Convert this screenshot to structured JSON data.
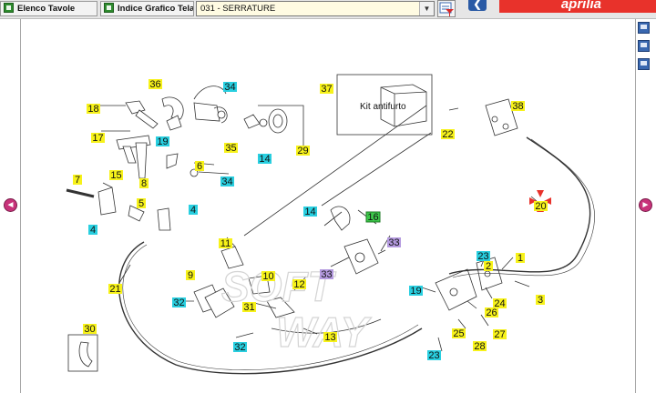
{
  "toolbar": {
    "tab_tables": "Elenco Tavole",
    "tab_frame_index": "Indice Grafico Telaio",
    "selected_table": "031 - SERRATURE",
    "brand": "aprilia"
  },
  "diagram": {
    "kit_label": "Kit antifurto",
    "watermark": "SOFT WAY",
    "callouts": [
      {
        "t": "36",
        "c": "yellow"
      },
      {
        "t": "34",
        "c": "cyan"
      },
      {
        "t": "37",
        "c": "yellow"
      },
      {
        "t": "38",
        "c": "yellow"
      },
      {
        "t": "18",
        "c": "yellow"
      },
      {
        "t": "17",
        "c": "yellow"
      },
      {
        "t": "19",
        "c": "cyan"
      },
      {
        "t": "35",
        "c": "yellow"
      },
      {
        "t": "14",
        "c": "cyan"
      },
      {
        "t": "29",
        "c": "yellow"
      },
      {
        "t": "22",
        "c": "yellow"
      },
      {
        "t": "15",
        "c": "yellow"
      },
      {
        "t": "8",
        "c": "yellow"
      },
      {
        "t": "6",
        "c": "yellow"
      },
      {
        "t": "34",
        "c": "cyan"
      },
      {
        "t": "7",
        "c": "yellow"
      },
      {
        "t": "5",
        "c": "yellow"
      },
      {
        "t": "4",
        "c": "cyan"
      },
      {
        "t": "4",
        "c": "cyan"
      },
      {
        "t": "14",
        "c": "cyan"
      },
      {
        "t": "16",
        "c": "green"
      },
      {
        "t": "20",
        "c": "yellow"
      },
      {
        "t": "33",
        "c": "purple"
      },
      {
        "t": "11",
        "c": "yellow"
      },
      {
        "t": "23",
        "c": "cyan"
      },
      {
        "t": "1",
        "c": "yellow"
      },
      {
        "t": "2",
        "c": "yellow"
      },
      {
        "t": "9",
        "c": "yellow"
      },
      {
        "t": "10",
        "c": "yellow"
      },
      {
        "t": "33",
        "c": "purple"
      },
      {
        "t": "12",
        "c": "yellow"
      },
      {
        "t": "21",
        "c": "yellow"
      },
      {
        "t": "19",
        "c": "cyan"
      },
      {
        "t": "3",
        "c": "yellow"
      },
      {
        "t": "24",
        "c": "yellow"
      },
      {
        "t": "32",
        "c": "cyan"
      },
      {
        "t": "31",
        "c": "yellow"
      },
      {
        "t": "26",
        "c": "yellow"
      },
      {
        "t": "30",
        "c": "yellow"
      },
      {
        "t": "13",
        "c": "yellow"
      },
      {
        "t": "25",
        "c": "yellow"
      },
      {
        "t": "27",
        "c": "yellow"
      },
      {
        "t": "32",
        "c": "cyan"
      },
      {
        "t": "28",
        "c": "yellow"
      },
      {
        "t": "23",
        "c": "cyan"
      }
    ]
  },
  "colors": {
    "yellow": "#f7f21a",
    "cyan": "#29cfe0",
    "green": "#3cc84a",
    "purple": "#b59be0",
    "brand_red": "#e8322b"
  }
}
